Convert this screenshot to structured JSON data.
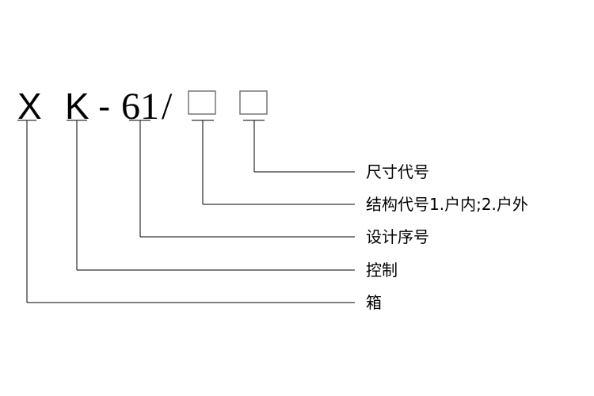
{
  "code": {
    "x": "X",
    "k": "K",
    "dash": "-",
    "number": "61",
    "slash": "/"
  },
  "labels": [
    "尺寸代号",
    "结构代号1.户内;2.户外",
    "设计序号",
    "控制",
    "箱"
  ]
}
